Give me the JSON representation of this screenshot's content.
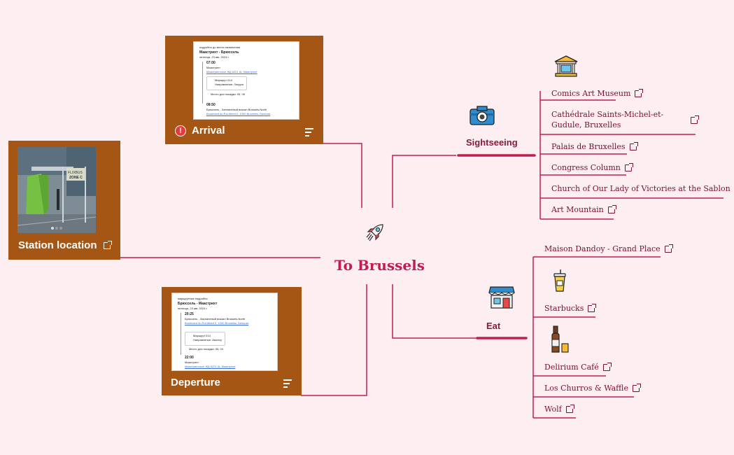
{
  "center": {
    "title": "To Brussels",
    "icon": "rocket-icon"
  },
  "cards": {
    "arrival": {
      "label": "Arrival",
      "status_icon": "!",
      "ticket": {
        "header": "подробно до места назначения",
        "route": "Маастрихт - Брюссель",
        "date": "пятница, 23 авг. 2024 г.",
        "dep_time": "07:00",
        "dep_city": "Маастрихт",
        "dep_addr": "Маастрихтское ЖД 6221 AL Маастрихт",
        "bus_line": "Маршрут 014",
        "bus_dest": "Направление: Лондон",
        "seat": "Место для посадки: 05, 06",
        "arr_time": "08:50",
        "arr_place": "Брюссель - Запланеный вокзал Brussels-North",
        "arr_addr": "Boulevard du Roi Albert II, 1000 Bruxelles, Бельгия"
      }
    },
    "departure": {
      "label": "Deperture",
      "ticket": {
        "header": "маршрутные подробно",
        "route": "Брюссель - Маастрихт",
        "date": "пятница, 23 авг. 2024 г.",
        "dep_time": "20:25",
        "dep_city": "Брюссель - Запланеный вокзал Brussels-North",
        "dep_addr": "Boulevard du Roi Albert II, 1000 Bruxelles, Бельгия",
        "bus_line": "Маршрут 014",
        "bus_dest": "Направление: Амстер",
        "seat": "Место для посадки: 05, 04",
        "arr_time": "22:00",
        "arr_place": "Маастрихт",
        "arr_addr": "Маастрихтское ЖД 6221 AL Маастрихт"
      }
    },
    "station": {
      "label": "Station location",
      "sign_line1": "FLIXBUS",
      "sign_line2": "ZONE C"
    }
  },
  "branches": {
    "sightseeing": {
      "label": "Sightseeing",
      "icon": "camera-icon",
      "items": [
        "Comics Art Museum",
        "Cathédrale Saints-Michel-et-Gudule, Bruxelles",
        "Palais de Bruxelles",
        "Congress Column",
        "Church of Our Lady of Victories at the Sablon",
        "Art Mountain"
      ]
    },
    "eat": {
      "label": "Eat",
      "icon": "shop-icon",
      "items": [
        "Maison Dandoy - Grand Place",
        "Starbucks",
        "Delirium Café",
        "Los Churros & Waffle",
        "Wolf"
      ]
    }
  },
  "colors": {
    "background": "#fdeef1",
    "card": "#a65614",
    "line": "#c11e4f",
    "title": "#c11e4f",
    "text": "#7a1030"
  }
}
